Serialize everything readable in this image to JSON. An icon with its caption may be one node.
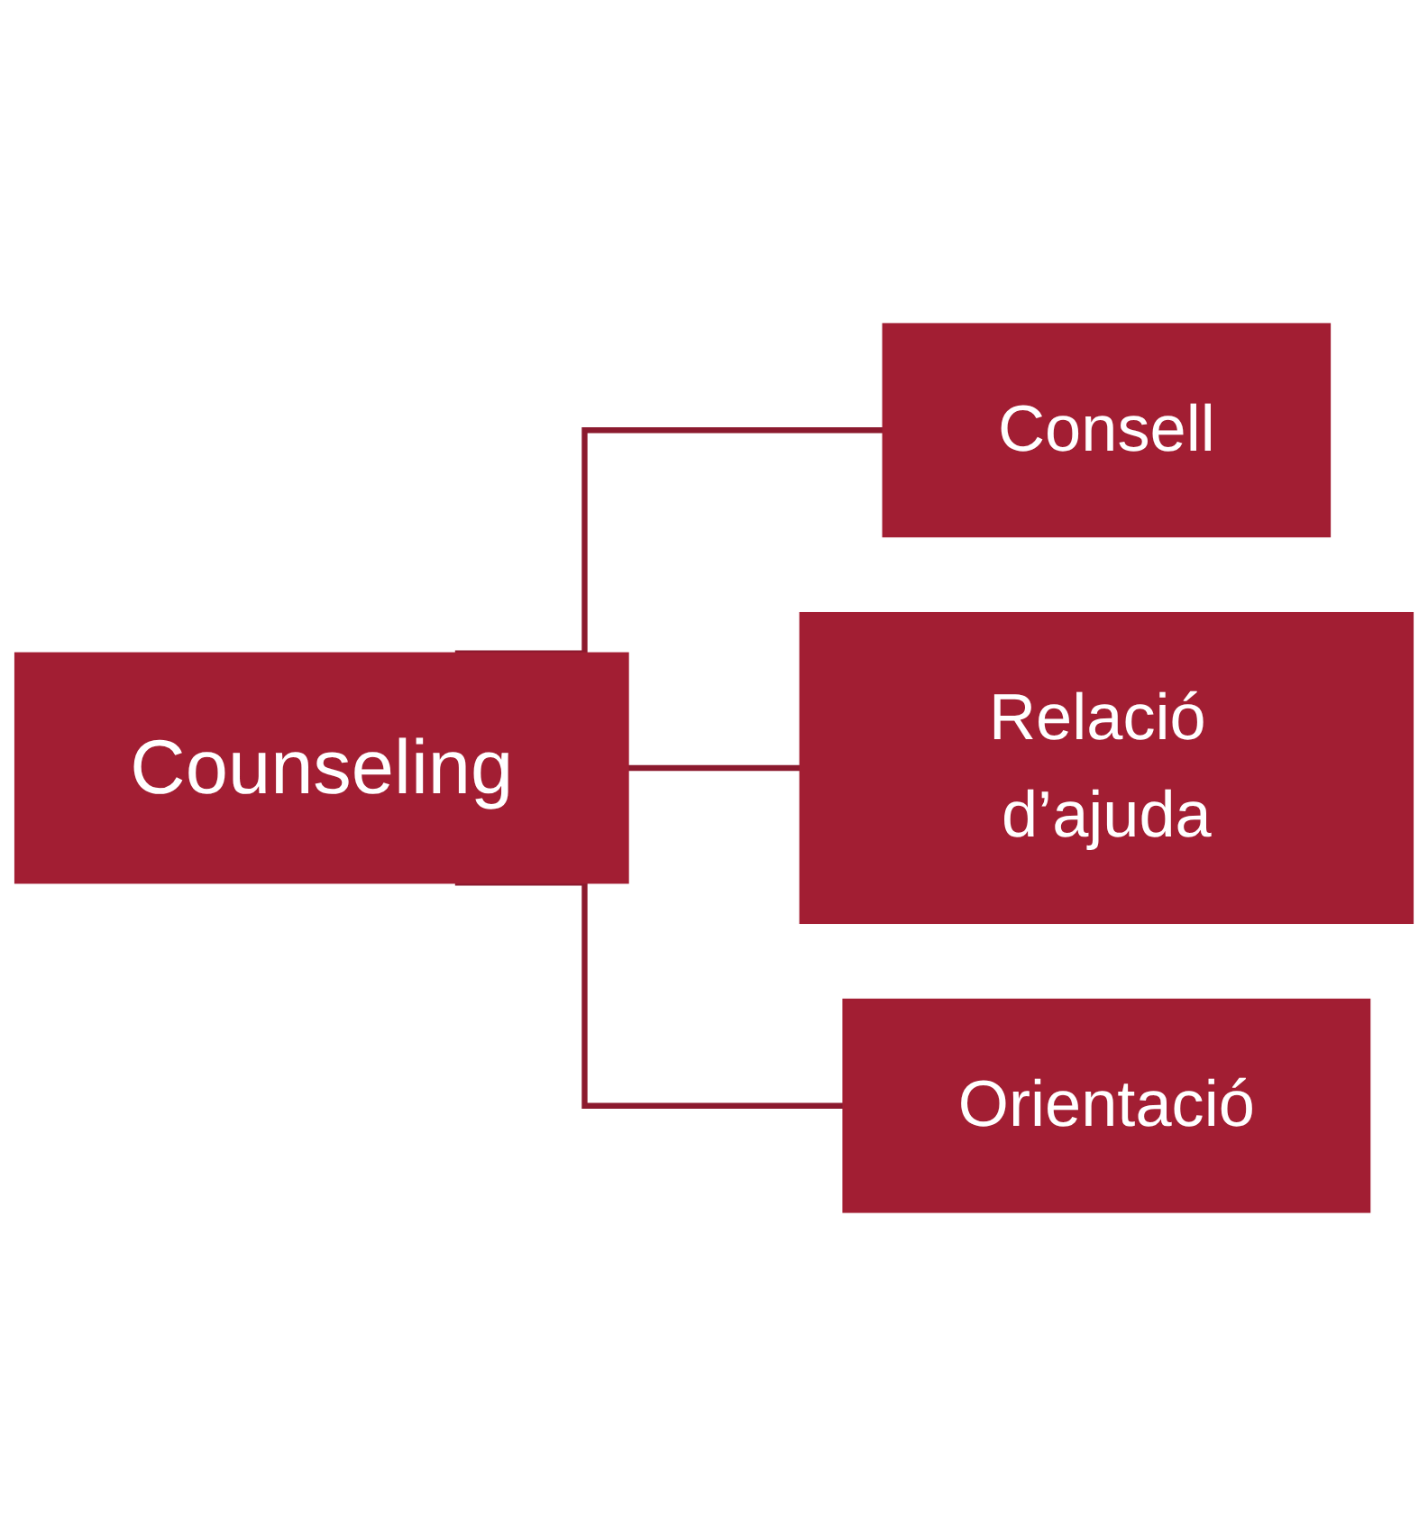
{
  "diagram": {
    "nodes": [
      {
        "text": [
          "Counseling"
        ]
      },
      {
        "text": [
          "Consell"
        ]
      },
      {
        "text": [
          "Relació d’ajuda"
        ]
      },
      {
        "text": [
          "Orientació"
        ]
      }
    ],
    "edges": [
      {
        "from": 0,
        "to": 1,
        "arrow": "none"
      },
      {
        "from": 0,
        "to": 2,
        "arrow": "none"
      },
      {
        "from": 0,
        "to": 3,
        "arrow": "none"
      }
    ]
  }
}
